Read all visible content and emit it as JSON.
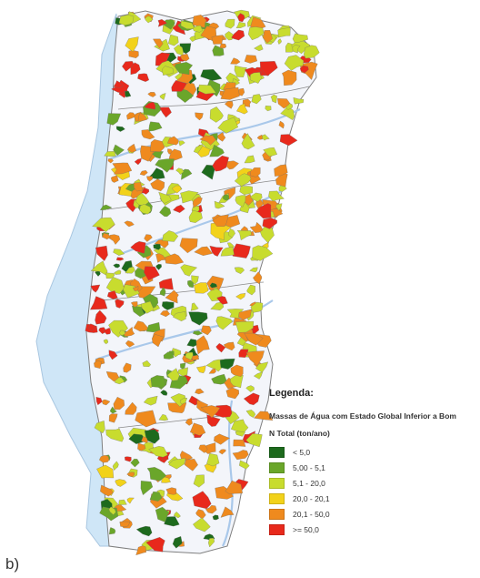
{
  "map": {
    "sea_color": "#cfe6f7",
    "land_color": "#f3f5fa",
    "river_color": "#a9c8ea",
    "border_color": "#7f7f7f"
  },
  "legend": {
    "title": "Legenda:",
    "subtitle": "Massas de Água com Estado Global Inferior a Bom",
    "unit": "N Total (ton/ano)",
    "items": [
      {
        "label": "< 5,0",
        "color": "#1d6a1d"
      },
      {
        "label": "5,00 - 5,1",
        "color": "#6aa62a"
      },
      {
        "label": "5,1 - 20,0",
        "color": "#c8dc2e"
      },
      {
        "label": "20,0 - 20,1",
        "color": "#f2d21a"
      },
      {
        "label": "20,1 - 50,0",
        "color": "#ef8a1e"
      },
      {
        "label": ">= 50,0",
        "color": "#e8291c"
      }
    ]
  },
  "panel_label": "b)"
}
